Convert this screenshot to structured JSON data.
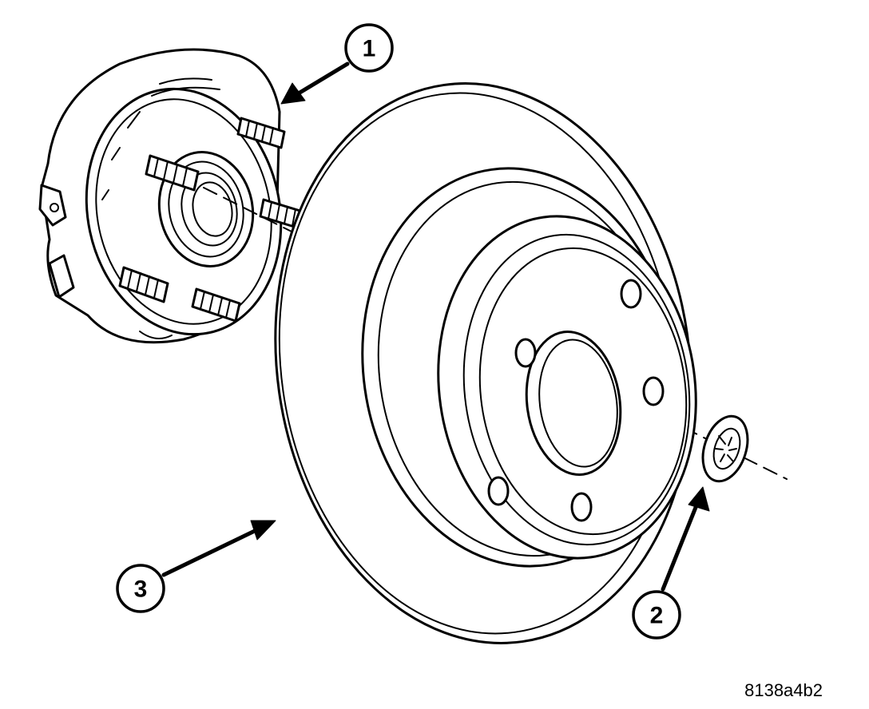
{
  "callouts": [
    {
      "id": "1",
      "label": "1"
    },
    {
      "id": "2",
      "label": "2"
    },
    {
      "id": "3",
      "label": "3"
    }
  ],
  "reference_code": "8138a4b2"
}
